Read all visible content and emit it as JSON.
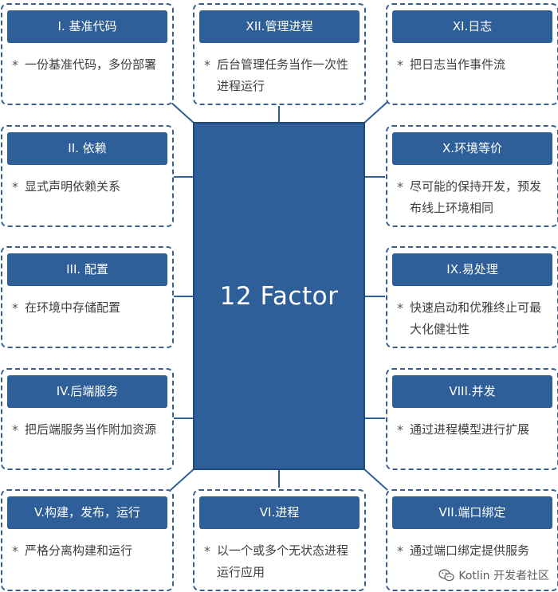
{
  "title": "12 Factor",
  "colors": {
    "header_fill": "#2e5f98",
    "center_fill": "#2e5f98",
    "dashed_border": "#3a5f8c",
    "connector": "#2e5f98",
    "text": "#3e3e3e"
  },
  "factors": [
    {
      "title": "I. 基准代码",
      "desc": "一份基准代码，多份部署"
    },
    {
      "title": "XII.管理进程",
      "desc": "后台管理任务当作一次性进程运行"
    },
    {
      "title": "XI.日志",
      "desc": "把日志当作事件流"
    },
    {
      "title": "II. 依赖",
      "desc": "显式声明依赖关系"
    },
    {
      "title": "X.环境等价",
      "desc": "尽可能的保持开发，预发布线上环境相同"
    },
    {
      "title": "III. 配置",
      "desc": "在环境中存储配置"
    },
    {
      "title": "IX.易处理",
      "desc": "快速启动和优雅终止可最大化健壮性"
    },
    {
      "title": "IV.后端服务",
      "desc": "把后端服务当作附加资源"
    },
    {
      "title": "VIII.并发",
      "desc": "通过进程模型进行扩展"
    },
    {
      "title": "V.构建，发布，运行",
      "desc": "严格分离构建和运行"
    },
    {
      "title": "VI.进程",
      "desc": "以一个或多个无状态进程运行应用"
    },
    {
      "title": "VII.端口绑定",
      "desc": "通过端口绑定提供服务"
    }
  ],
  "bullet_char": "*",
  "watermark": {
    "text": "Kotlin 开发者社区",
    "icon": "wechat-icon"
  }
}
